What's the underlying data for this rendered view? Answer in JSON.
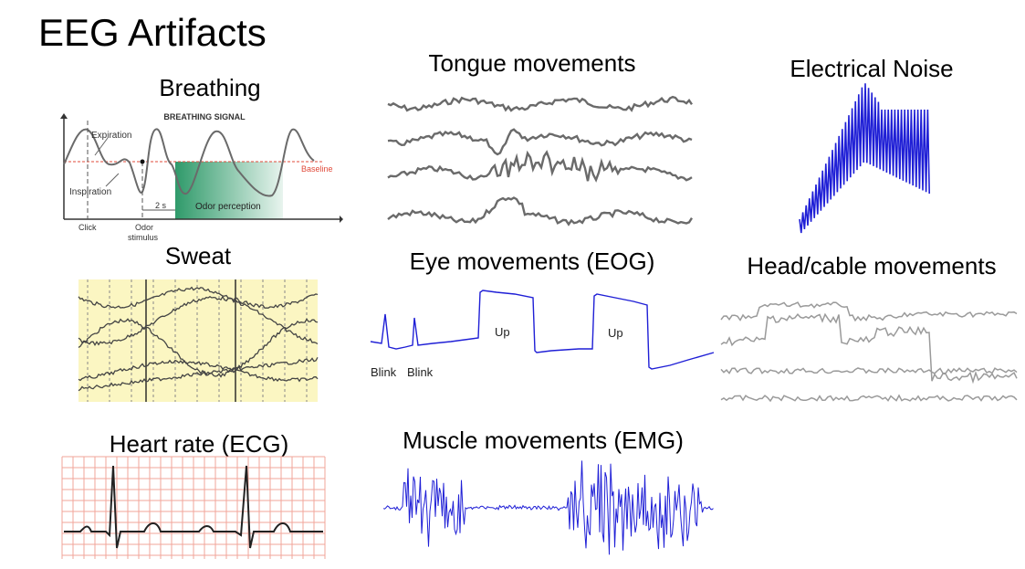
{
  "title": "EEG Artifacts",
  "panels": {
    "breathing": {
      "label": "Breathing",
      "signal_title": "BREATHING SIGNAL",
      "expiration": "Expiration",
      "inspiration": "Inspiration",
      "baseline": "Baseline",
      "odor_perception": "Odor perception",
      "interval": "2 s",
      "click": "Click",
      "odor_line1": "Odor",
      "odor_line2": "stimulus"
    },
    "tongue": {
      "label": "Tongue movements"
    },
    "electrical_noise": {
      "label": "Electrical Noise"
    },
    "sweat": {
      "label": "Sweat"
    },
    "eye": {
      "label": "Eye movements (EOG)",
      "blink1": "Blink",
      "blink2": "Blink",
      "up1": "Up",
      "up2": "Up"
    },
    "head_cable": {
      "label": "Head/cable movements"
    },
    "heart": {
      "label": "Heart rate (ECG)"
    },
    "muscle": {
      "label": "Muscle movements (EMG)"
    }
  },
  "colors": {
    "blue_trace": "#1f1fd6",
    "gray_trace": "#7a7a7a",
    "baseline_red": "#e04a3a",
    "odor_green": "#2f9a6a",
    "sweat_bg": "#fbf6c2",
    "ecg_grid": "#f2a49a"
  }
}
